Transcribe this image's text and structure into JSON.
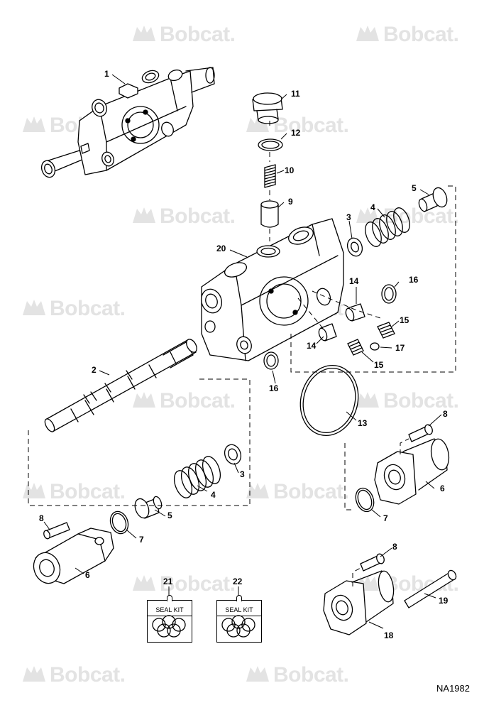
{
  "watermark": "Bobcat.",
  "drawing_code": "NA1982",
  "seal_kit_label": "SEAL KIT",
  "callouts": {
    "c1": "1",
    "c2": "2",
    "c3a": "3",
    "c3b": "3",
    "c4a": "4",
    "c4b": "4",
    "c5a": "5",
    "c5b": "5",
    "c6a": "6",
    "c6b": "6",
    "c7a": "7",
    "c7b": "7",
    "c8a": "8",
    "c8b": "8",
    "c8c": "8",
    "c9": "9",
    "c10": "10",
    "c11": "11",
    "c12": "12",
    "c13": "13",
    "c14a": "14",
    "c14b": "14",
    "c15a": "15",
    "c15b": "15",
    "c16a": "16",
    "c16b": "16",
    "c17": "17",
    "c18": "18",
    "c19": "19",
    "c20": "20",
    "c21": "21",
    "c22": "22"
  }
}
